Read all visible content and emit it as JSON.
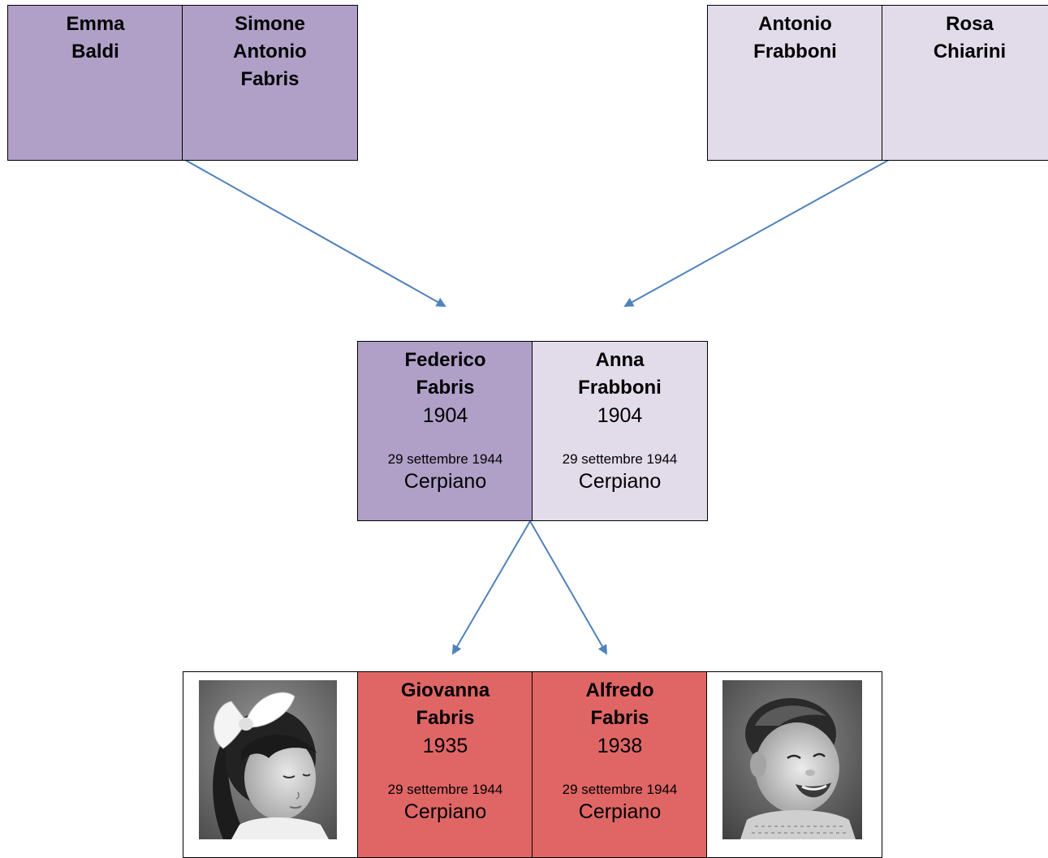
{
  "grandparents_paternal": [
    {
      "name_lines": [
        "Emma",
        "Baldi"
      ],
      "color": "#b0a0c8"
    },
    {
      "name_lines": [
        "Simone",
        "Antonio",
        "Fabris"
      ],
      "color": "#b0a0c8"
    }
  ],
  "grandparents_maternal": [
    {
      "name_lines": [
        "Antonio",
        "Frabboni"
      ],
      "color": "#e2dcea"
    },
    {
      "name_lines": [
        "Rosa",
        "Chiarini"
      ],
      "color": "#e2dcea"
    }
  ],
  "parents": [
    {
      "name_lines": [
        "Federico",
        "Fabris"
      ],
      "birth_year": "1904",
      "death_date": "29 settembre 1944",
      "death_place": "Cerpiano",
      "color": "#b0a0c8"
    },
    {
      "name_lines": [
        "Anna",
        "Frabboni"
      ],
      "birth_year": "1904",
      "death_date": "29 settembre 1944",
      "death_place": "Cerpiano",
      "color": "#e2dcea"
    }
  ],
  "children": [
    {
      "name_lines": [
        "Giovanna",
        "Fabris"
      ],
      "birth_year": "1935",
      "death_date": "29 settembre 1944",
      "death_place": "Cerpiano",
      "color": "#e06666",
      "photo": "girl-with-hair-bow-photo"
    },
    {
      "name_lines": [
        "Alfredo",
        "Fabris"
      ],
      "birth_year": "1938",
      "death_date": "29 settembre 1944",
      "death_place": "Cerpiano",
      "color": "#e06666",
      "photo": "smiling-toddler-boy-photo"
    }
  ],
  "arrow_color": "#4f81bd"
}
